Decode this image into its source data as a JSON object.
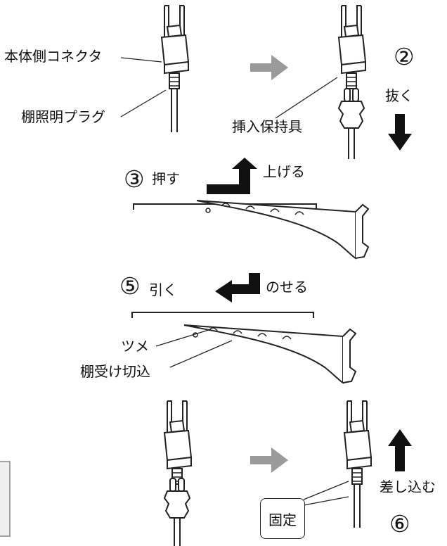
{
  "labels": {
    "body_connector": "本体側コネクタ",
    "shelf_light_plug": "棚照明プラグ",
    "insertion_holder": "挿入保持具",
    "claw": "ツメ",
    "shelf_bracket_notch": "棚受け切込",
    "fixed": "固定"
  },
  "steps": {
    "step2": {
      "number": "②",
      "action": "抜く"
    },
    "step3": {
      "number": "③",
      "action_push": "押す",
      "action_lift": "上げる"
    },
    "step5": {
      "number": "⑤",
      "action_pull": "引く",
      "action_place": "のせる"
    },
    "step6": {
      "number": "⑥",
      "action": "差し込む"
    }
  },
  "colors": {
    "line": "#222222",
    "arrow_black": "#111111",
    "arrow_gray": "#9a9a9a",
    "side_box_fill": "#efefef"
  }
}
